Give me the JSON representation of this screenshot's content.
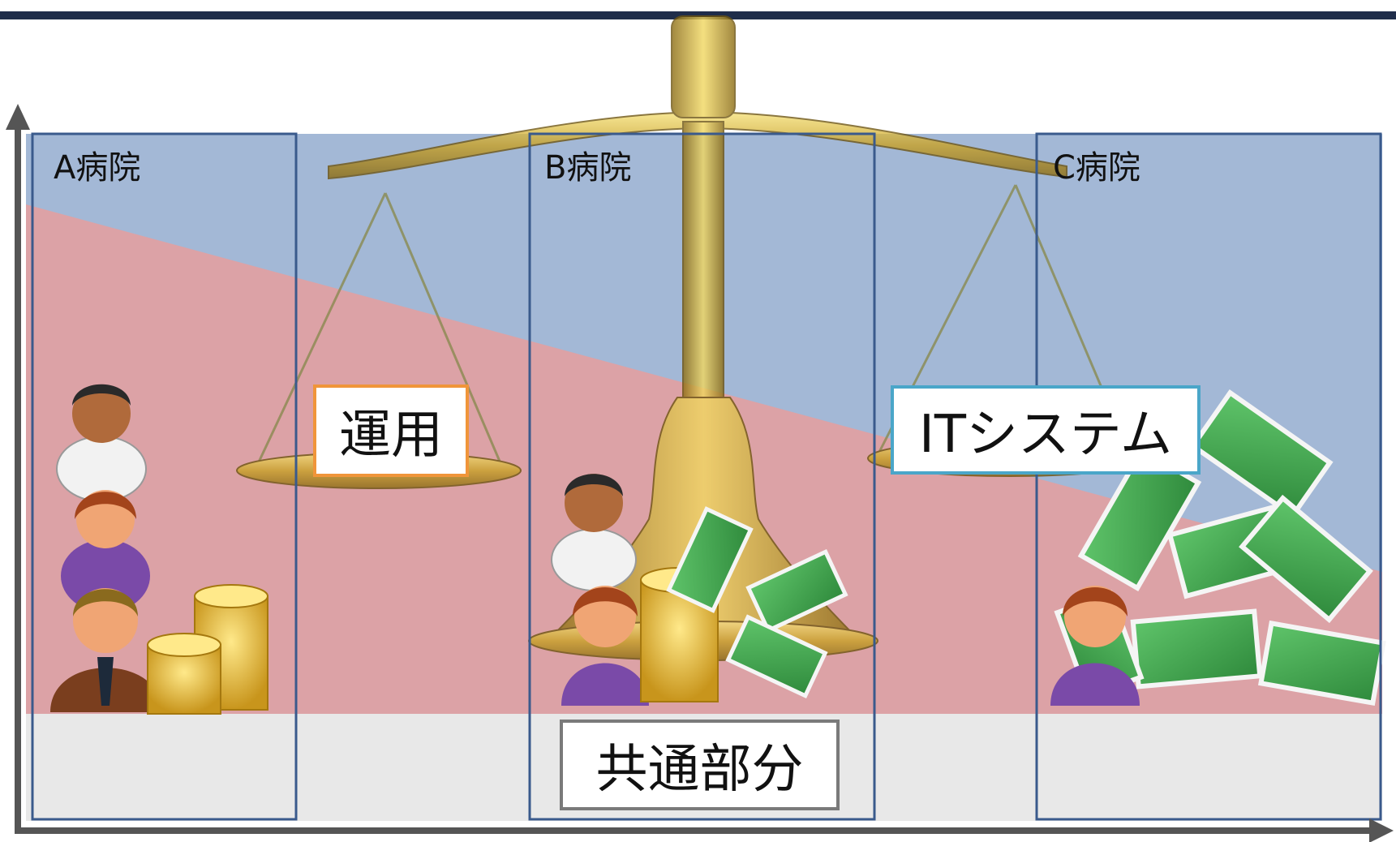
{
  "hospitals": [
    {
      "label": "A病院"
    },
    {
      "label": "B病院"
    },
    {
      "label": "C病院"
    }
  ],
  "labels": {
    "operation": "運用",
    "it_system": "ITシステム",
    "common": "共通部分"
  },
  "colors": {
    "header_bar": "#1f2d4a",
    "it_region": "#a3b8d6",
    "operation_region": "#dca2a6",
    "common_region": "#e8e8e8",
    "hospital_frame": "#3a5a8c",
    "axis": "#555555",
    "operation_box_border": "#f0953a",
    "it_box_border": "#4aa6c9",
    "common_box_border": "#7a7a7a",
    "scale_gold": "#c9a227"
  },
  "icons": [
    "balance-scale-icon",
    "person-icon",
    "coin-stack-icon",
    "money-bundle-icon"
  ]
}
